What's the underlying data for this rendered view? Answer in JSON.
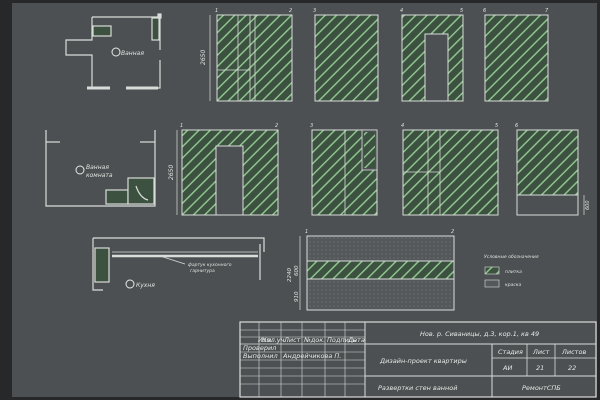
{
  "colors": {
    "background": "#262829",
    "paper": "#4d5052",
    "line": "#d9ddd9",
    "tile_hatch": "#8fc28f",
    "tile_fill": "#3c5140"
  },
  "plans": {
    "bathroom_label": "Ванная",
    "toilet_label_1": "Ванная",
    "toilet_label_2": "комната",
    "kitchen_label": "Кухня",
    "kitchen_note_1": "фартук кухонного",
    "kitchen_note_2": "гарнитура"
  },
  "elevations": {
    "height_2650_a": "2650",
    "height_2650_b": "2650",
    "height_600": "600",
    "kitchen_height_total": "2240",
    "kitchen_height_mid": "600",
    "kitchen_height_bottom": "910",
    "row1_numbers": [
      "1",
      "2",
      "3",
      "4",
      "5",
      "6",
      "7"
    ],
    "row2_numbers": [
      "1",
      "2",
      "3",
      "4",
      "5",
      "6"
    ],
    "kitchen_numbers": [
      "1",
      "2"
    ]
  },
  "legend": {
    "title": "Условные обозначения",
    "items": [
      {
        "label": "плитка",
        "hatched": true
      },
      {
        "label": "краска",
        "hatched": false
      }
    ]
  },
  "title_block": {
    "address": "Нов. р. Сиваницы, д.3, кор.1, кв 49",
    "project": "Дизайн-проект квартиры",
    "sheet_title": "Развертки стен ванной",
    "org": "РемонтСПБ",
    "col_headers": [
      "Изм.",
      "Кол.уч.",
      "Лист",
      "№док.",
      "Подпись",
      "Дата"
    ],
    "role_1": "Проверил",
    "role_2": "Выполнил",
    "author": "Андрейчикова П.",
    "stage_header": "Стадия",
    "sheet_header": "Лист",
    "sheets_header": "Листов",
    "stage": "АИ",
    "sheet_no": "21",
    "sheets_total": "22"
  }
}
